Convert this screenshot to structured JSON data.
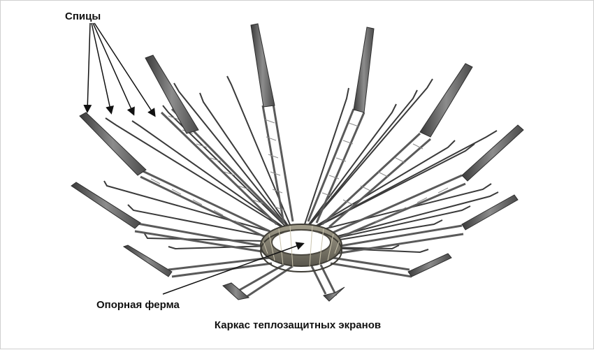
{
  "labels": {
    "spokes": "Спицы",
    "support_truss": "Опорная ферма"
  },
  "caption": "Каркас теплозащитных экранов",
  "colors": {
    "background": "#ffffff",
    "frame": "#cfcfcf",
    "text": "#111111",
    "steel_dark": "#4a4a4a",
    "steel_mid": "#7a7a7a",
    "steel_light": "#b8b8b8",
    "ring": "#8a8576"
  }
}
